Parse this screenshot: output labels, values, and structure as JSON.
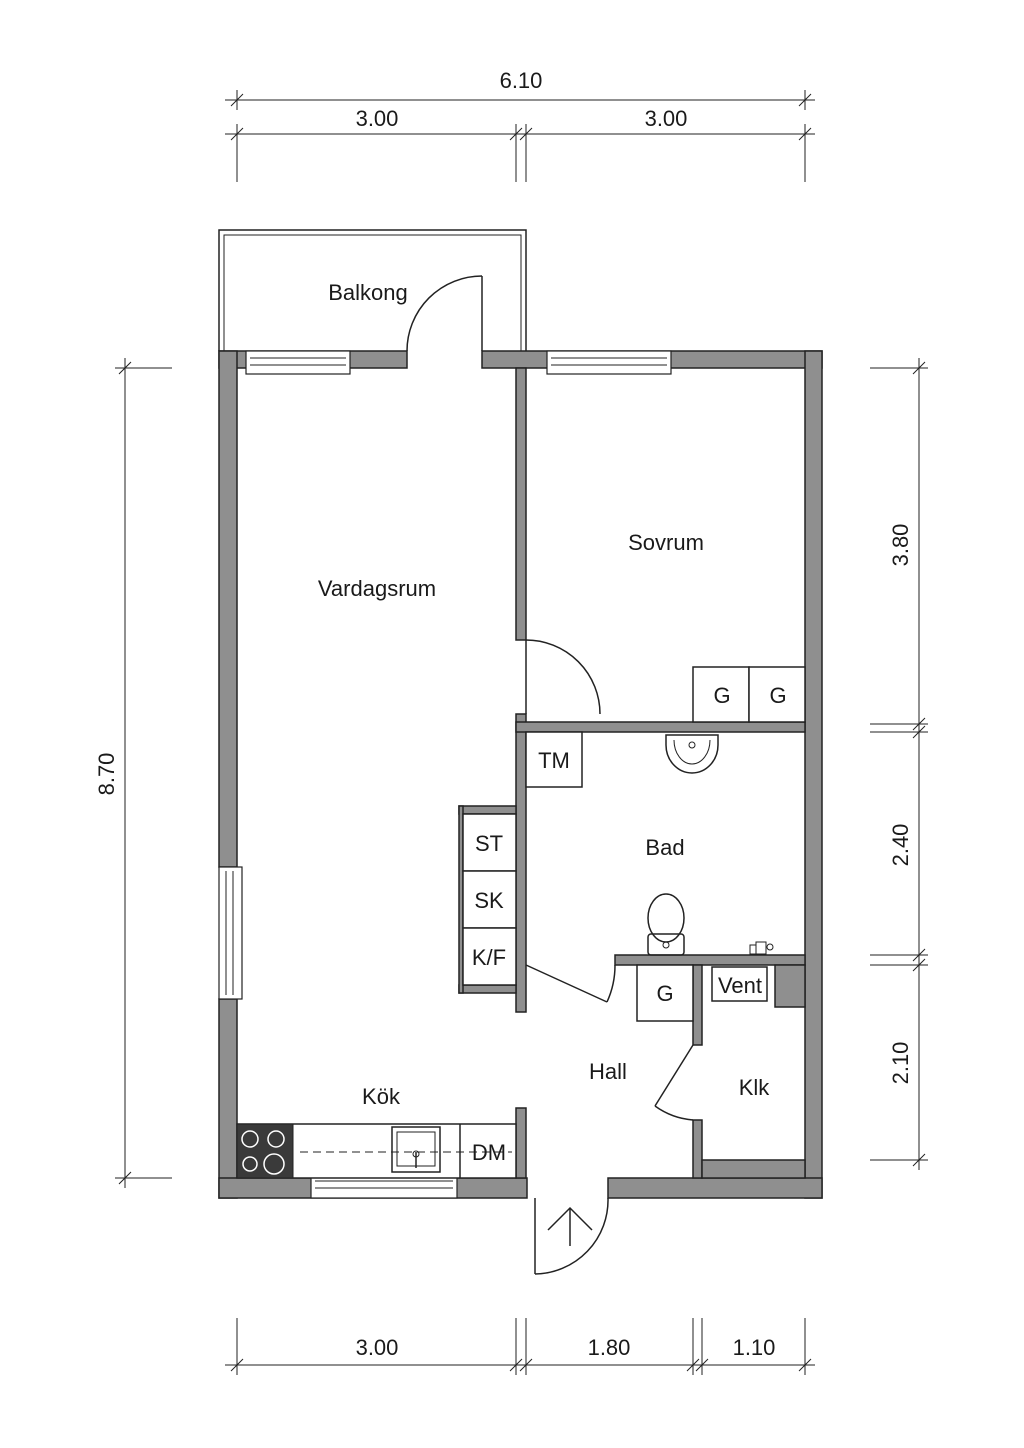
{
  "rooms": {
    "balkong": "Balkong",
    "vardagsrum": "Vardagsrum",
    "sovrum": "Sovrum",
    "bad": "Bad",
    "hall": "Hall",
    "kok": "Kök",
    "klk": "Klk"
  },
  "fixtures": {
    "g1": "G",
    "g2": "G",
    "g3": "G",
    "tm": "TM",
    "st": "ST",
    "sk": "SK",
    "kf": "K/F",
    "dm": "DM",
    "vent": "Vent"
  },
  "dimensions": {
    "top_total": "6.10",
    "top_left": "3.00",
    "top_right": "3.00",
    "left_total": "8.70",
    "right_top": "3.80",
    "right_middle": "2.40",
    "right_bottom": "2.10",
    "bottom_left": "3.00",
    "bottom_middle": "1.80",
    "bottom_right": "1.10"
  },
  "colors": {
    "wall": "#8f8f8f",
    "stove": "#3a3a3a",
    "line": "#222222"
  }
}
